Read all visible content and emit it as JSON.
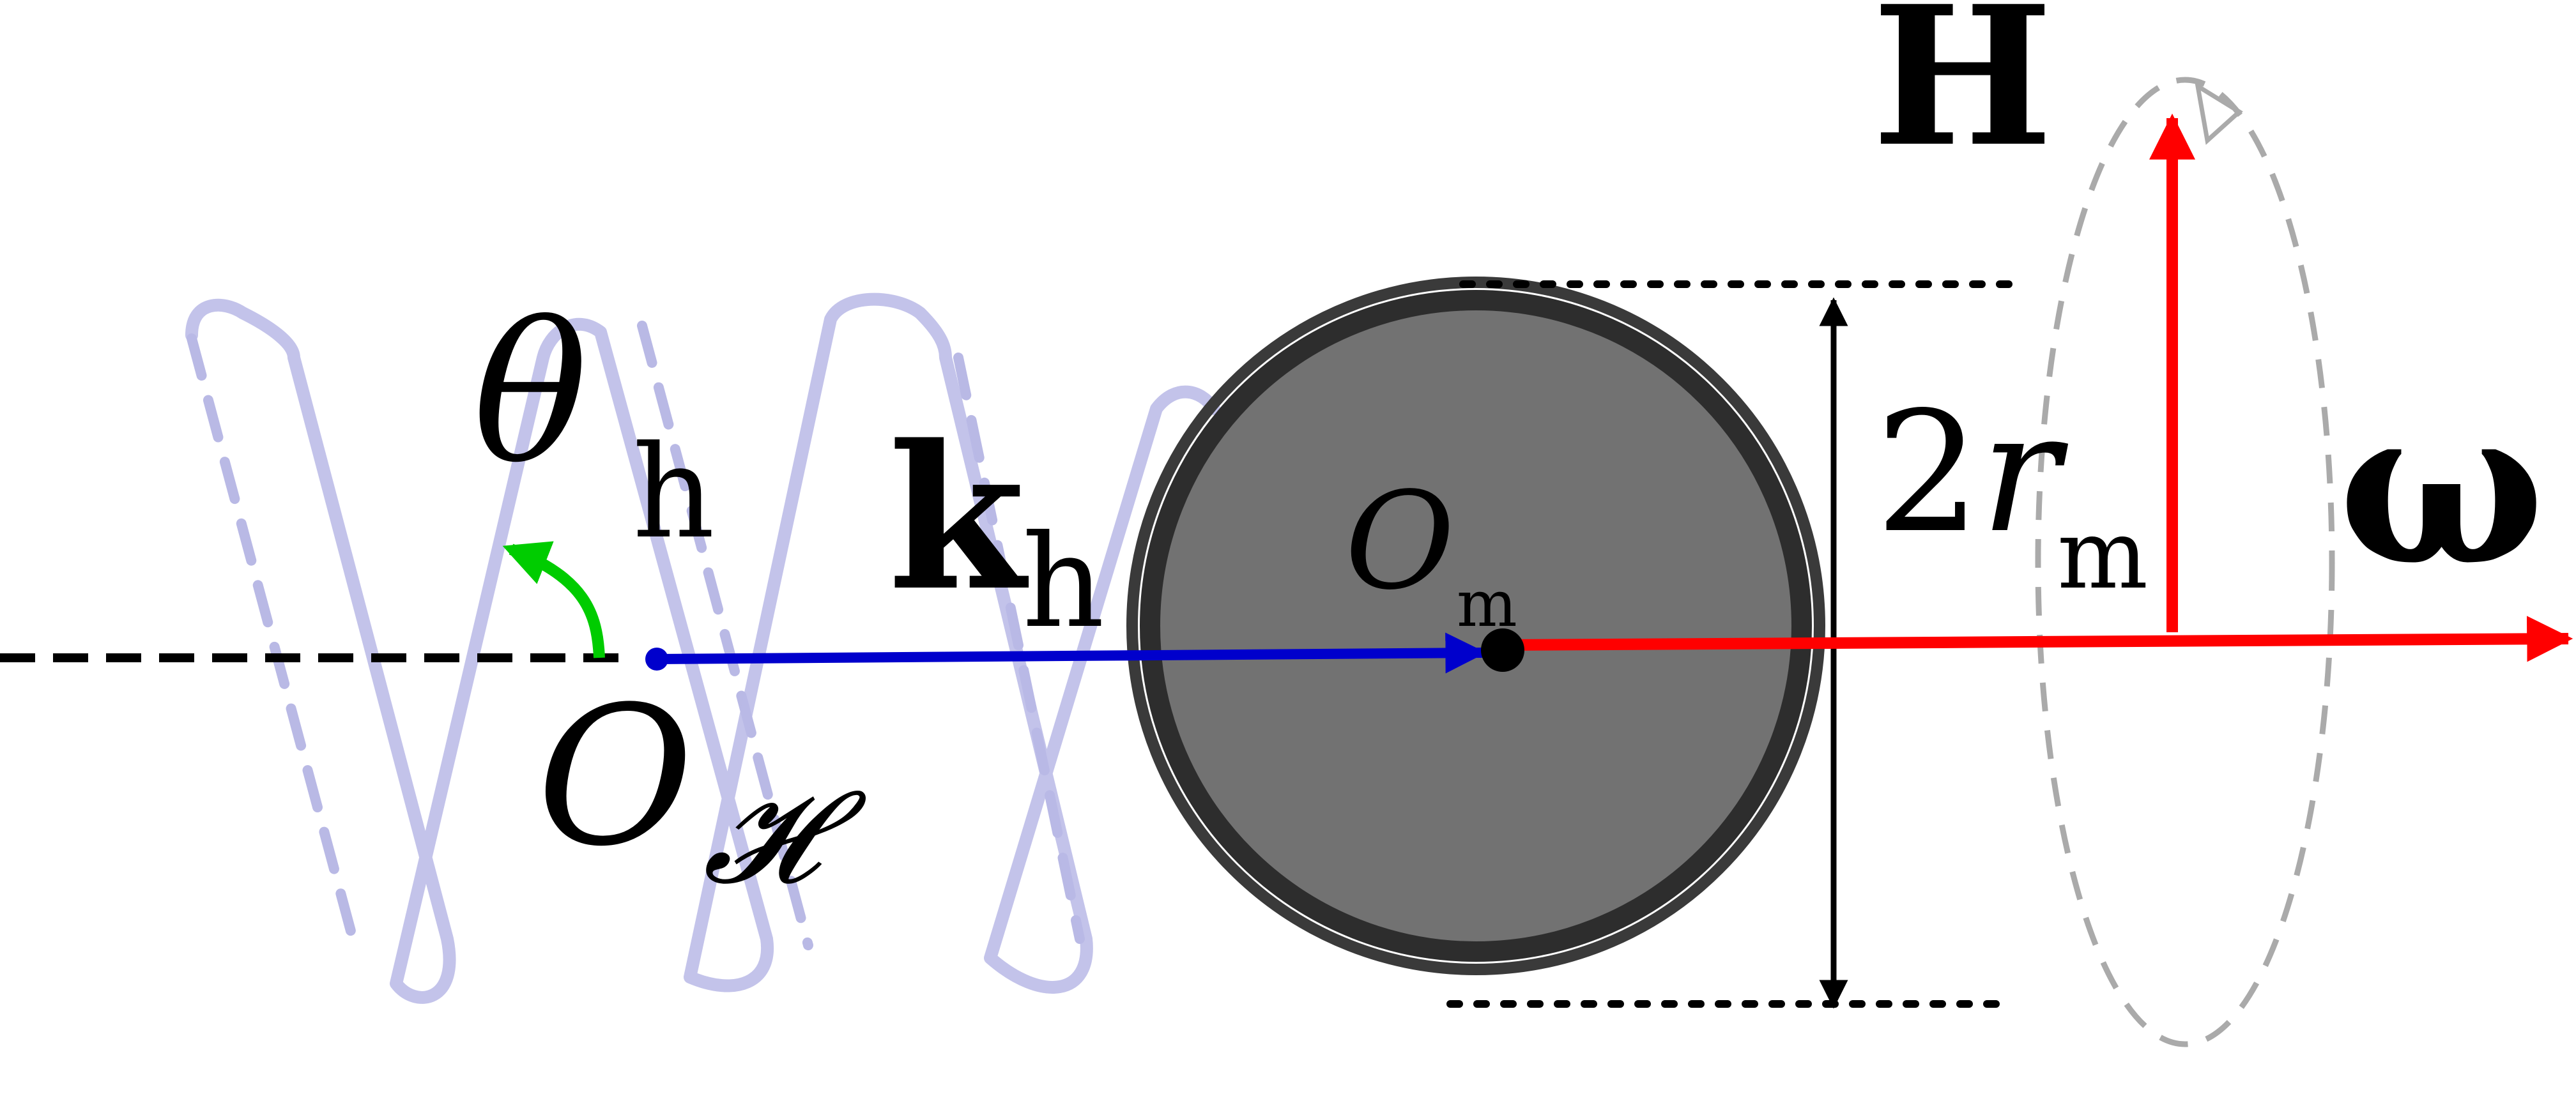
{
  "labels": {
    "theta": "θ",
    "theta_sub": "h",
    "k": "k",
    "k_sub": "h",
    "o_h": "O",
    "o_h_sub": "𝓗",
    "o_m": "O",
    "o_m_sub": "m",
    "two_r": "2",
    "r": "r",
    "r_sub": "m",
    "h_vec": "H",
    "omega": "ω"
  },
  "colors": {
    "helix": "#b8b8e6",
    "helix_dashed": "#8080d0",
    "disk_fill": "#727272",
    "disk_edge": "#2d2d2d",
    "k_vector": "#0000cc",
    "omega_vector": "#ff0000",
    "h_vector": "#ff0000",
    "angle_arrow": "#00cc00",
    "axis_dashed": "#000000",
    "precession_ellipse": "#aaaaaa"
  }
}
